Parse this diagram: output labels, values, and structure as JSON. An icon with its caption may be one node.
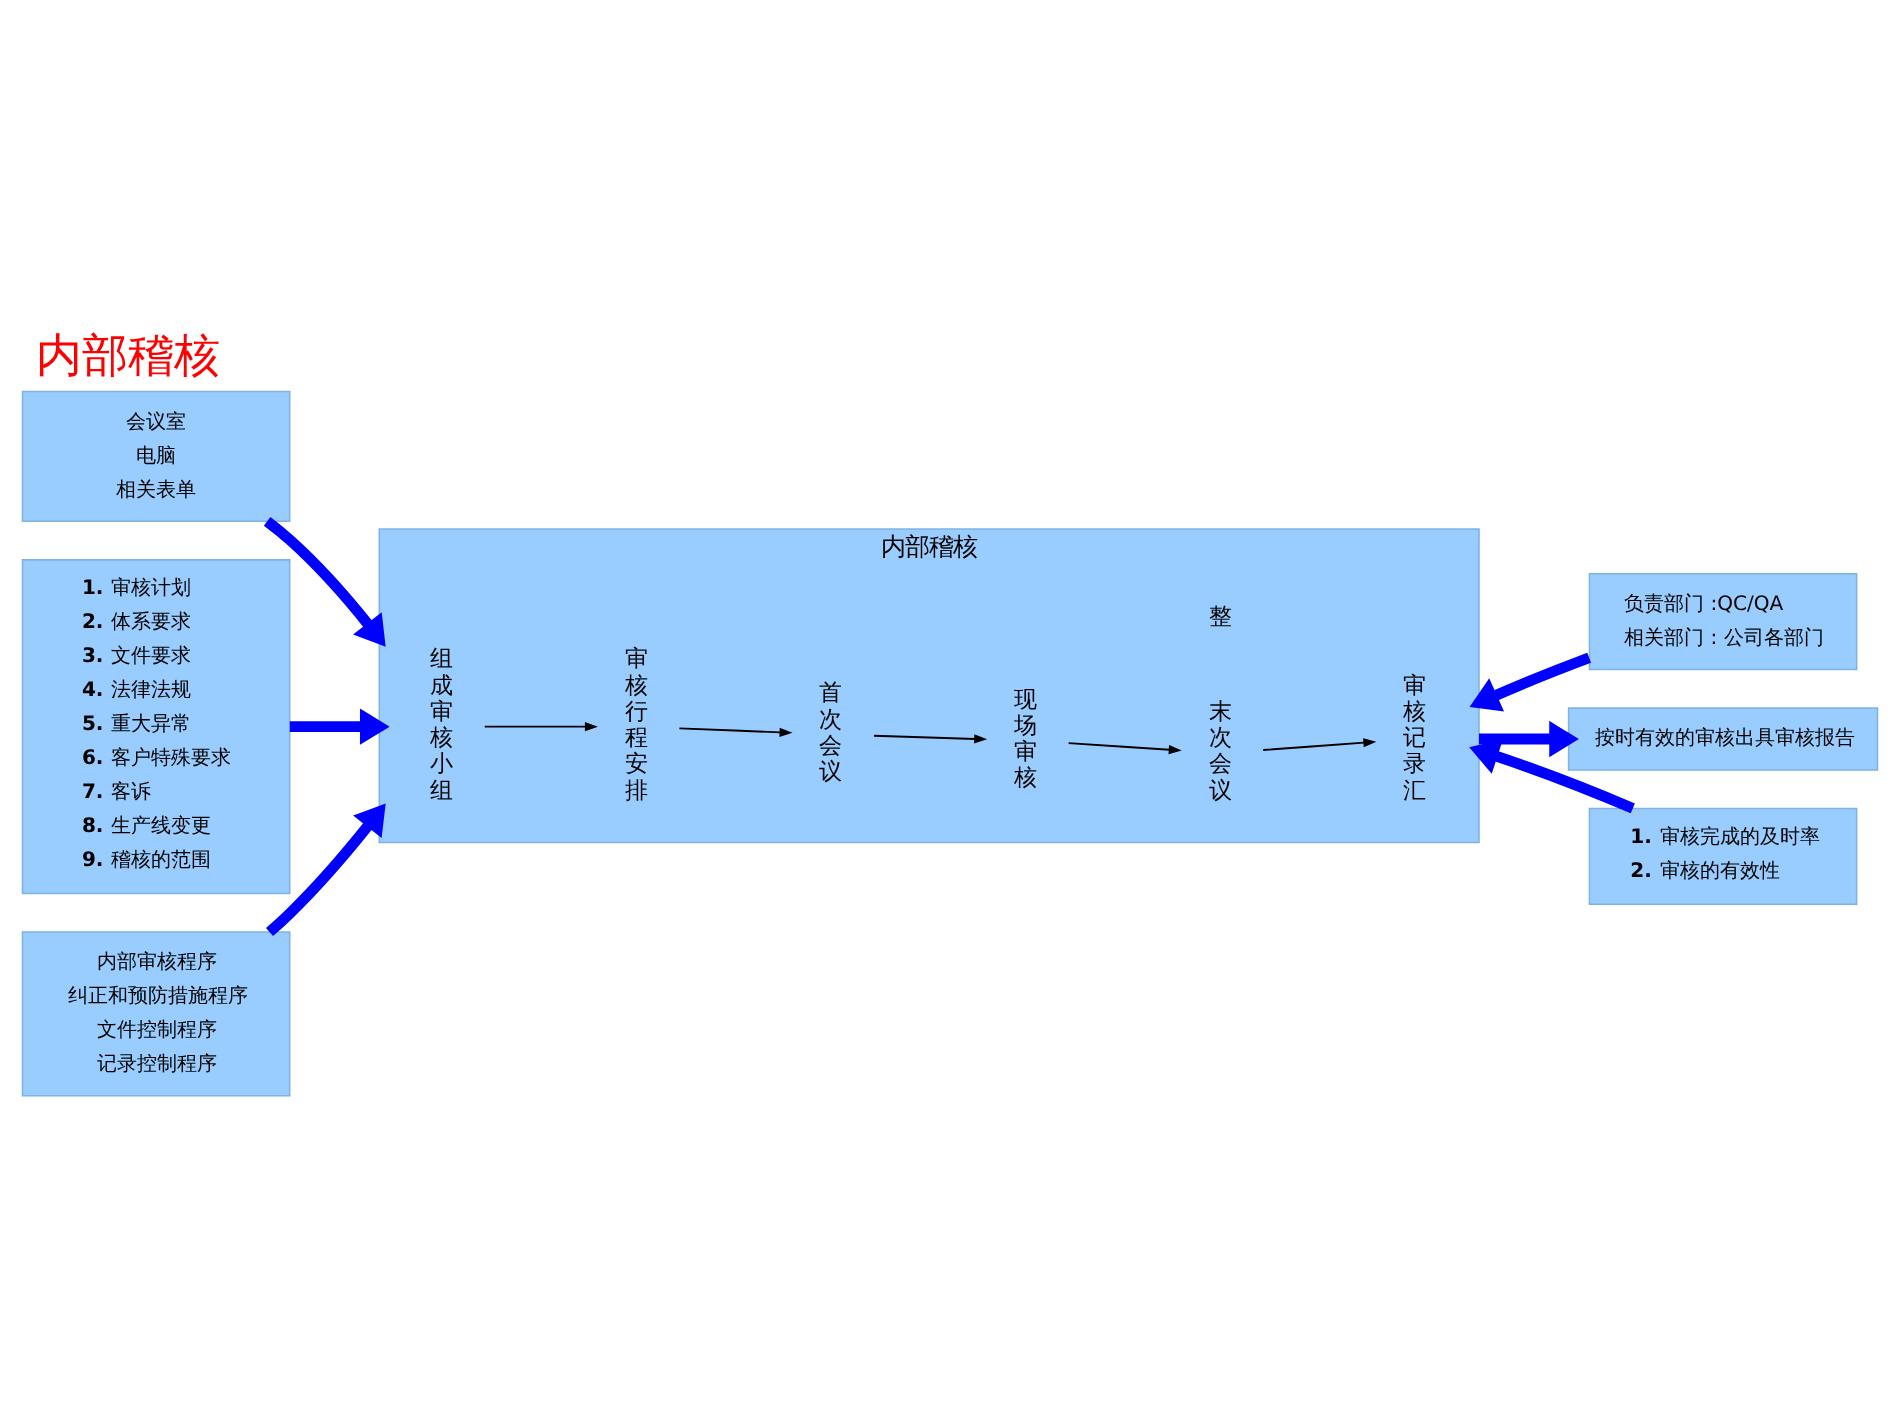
{
  "diagram": {
    "title": "内部稽核",
    "nodes": [
      {
        "text": [
          "会议室",
          "电脑",
          "相关表单"
        ]
      },
      {
        "text": [
          "负责部门 :QC/QA",
          "相关部门 : 公司各部门"
        ]
      },
      {
        "text": [
          "1. 审核计划",
          "2. 体系要求",
          "3. 文件要求",
          "4. 法律法规",
          "5. 重大异常",
          "6. 客户特殊要求",
          "7. 客诉",
          "8. 生产线变更",
          "9. 稽核的范围"
        ]
      },
      {
        "text": [
          "内部稽核"
        ]
      },
      {
        "text": [
          "组成审核小组"
        ],
        "in": 3
      },
      {
        "text": [
          "审核行程安排"
        ],
        "in": 3
      },
      {
        "text": [
          "首次会议"
        ],
        "in": 3
      },
      {
        "text": [
          "现场审核"
        ],
        "in": 3
      },
      {
        "text": [
          "末次会议"
        ],
        "in": 3
      },
      {
        "text": [
          "审核记录汇"
        ],
        "in": 3
      },
      {
        "text": [
          "按时有效的审核出具审核报告"
        ]
      },
      {
        "text": [
          "内部审核程序",
          "纠正和预防措施程序",
          "文件控制程序",
          "记录控制程序"
        ]
      },
      {
        "text": [
          "1. 审核完成的及时率",
          "2. 审核的有效性"
        ]
      }
    ],
    "edges": [
      {
        "from": 0,
        "to": 3,
        "arrow": "to"
      },
      {
        "from": 1,
        "to": 3,
        "arrow": "to"
      },
      {
        "from": 2,
        "to": 3,
        "arrow": "to"
      },
      {
        "from": 4,
        "to": 5,
        "arrow": "to",
        "color": "#000000"
      },
      {
        "from": 5,
        "to": 6,
        "arrow": "to",
        "color": "#000000"
      },
      {
        "from": 6,
        "to": 7,
        "arrow": "to",
        "color": "#000000"
      },
      {
        "from": 7,
        "to": 8,
        "arrow": "to",
        "color": "#000000"
      },
      {
        "from": 8,
        "to": 9,
        "arrow": "to",
        "color": "#000000"
      },
      {
        "from": 3,
        "to": 10,
        "arrow": "to"
      },
      {
        "from": 11,
        "to": 3,
        "arrow": "to"
      },
      {
        "from": 12,
        "to": 3,
        "arrow": "to"
      }
    ],
    "labels": [
      "整"
    ]
  }
}
